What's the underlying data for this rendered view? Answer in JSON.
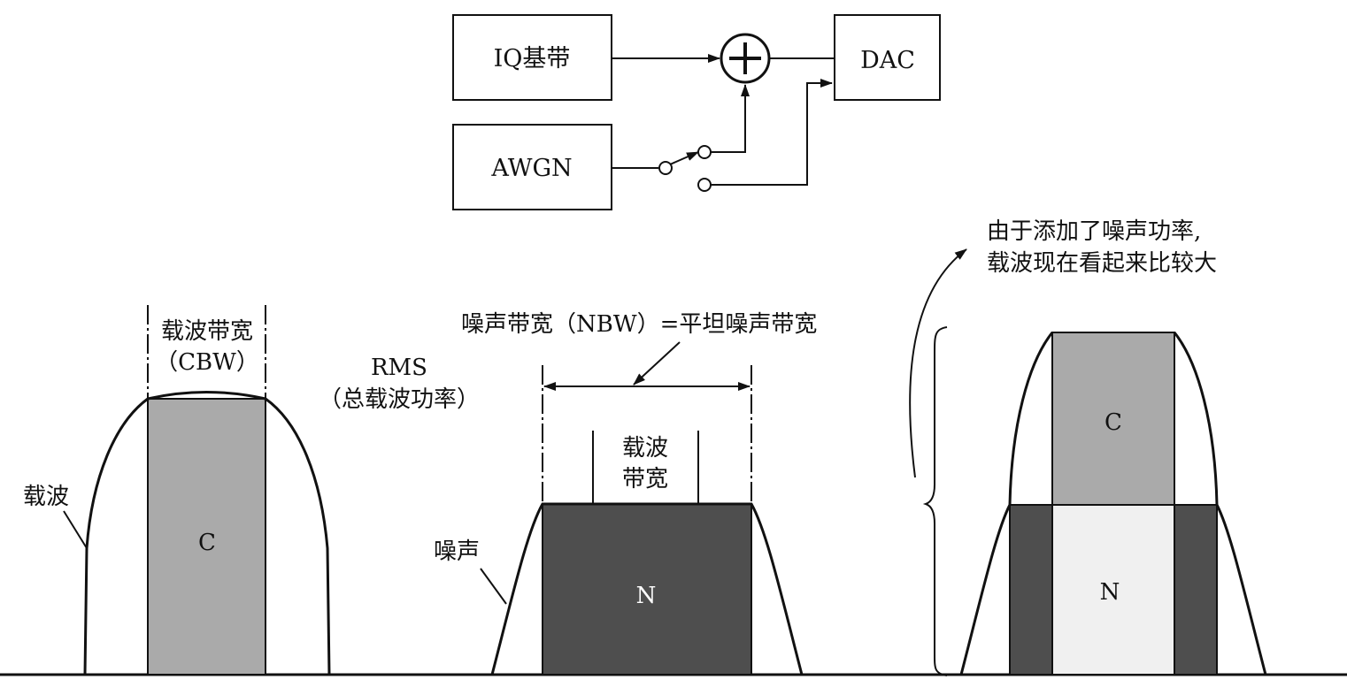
{
  "block_diagram": {
    "iq_baseband": "IQ基带",
    "awgn": "AWGN",
    "dac": "DAC",
    "adder_symbol": "+"
  },
  "carrier_panel": {
    "carrier_label": "载波",
    "cbw_line1": "载波带宽",
    "cbw_line2": "（CBW）",
    "rms_line1": "RMS",
    "rms_line2": "（总载波功率）",
    "block_letter": "C"
  },
  "noise_panel": {
    "nbw_label": "噪声带宽（NBW）=平坦噪声带宽",
    "carrier_bw_line1": "载波",
    "carrier_bw_line2": "带宽",
    "noise_label": "噪声",
    "block_letter": "N"
  },
  "combined_panel": {
    "note_line1": "由于添加了噪声功率,",
    "note_line2": "载波现在看起来比较大",
    "carrier_letter": "C",
    "noise_letter": "N"
  },
  "colors": {
    "carrier_fill": "#aaaaaa",
    "noise_fill": "#4e4e4e",
    "noise_inner_fill": "#f0f0f0",
    "line": "#111111"
  }
}
